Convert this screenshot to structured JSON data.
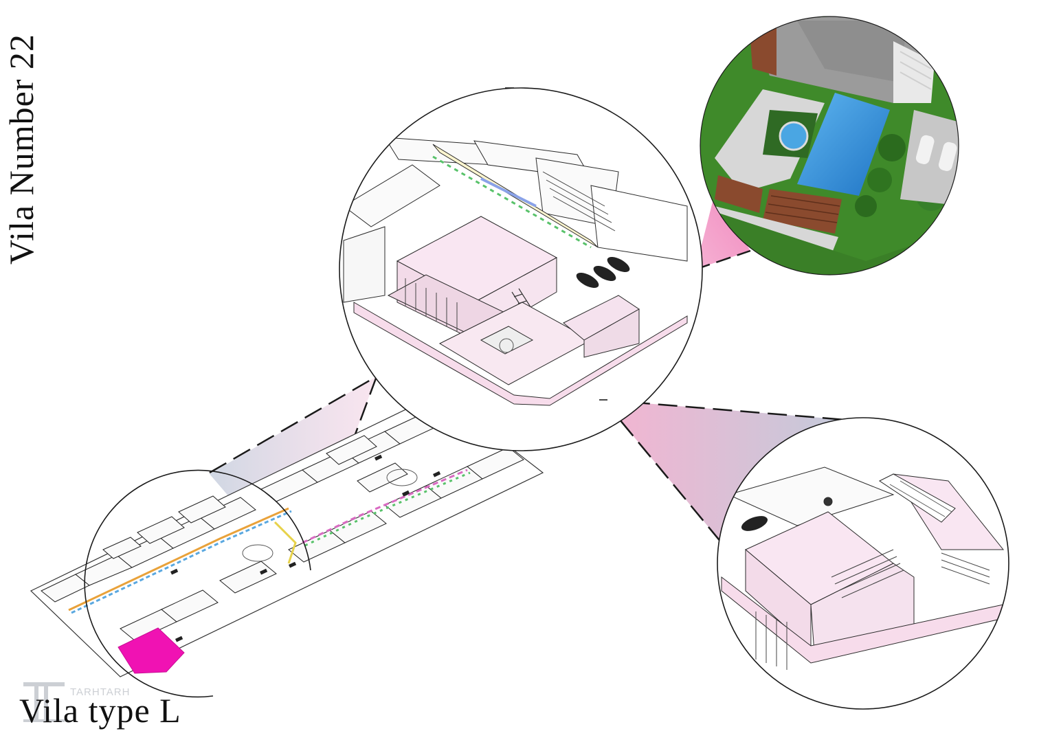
{
  "titles": {
    "vertical": "Vila Number 22",
    "bottom": "Vila type L"
  },
  "watermark": {
    "text": "TARHTARH"
  },
  "colors": {
    "highlight": "#f012b3",
    "callout_pink": "#f3a6cb",
    "callout_blue": "#aebbd0",
    "line": "#1a1a1a",
    "sketch_fill": "#f9e9f3",
    "pool": "#2e8fd8",
    "grass": "#3f8a2a",
    "deck": "#8a4a2e"
  }
}
